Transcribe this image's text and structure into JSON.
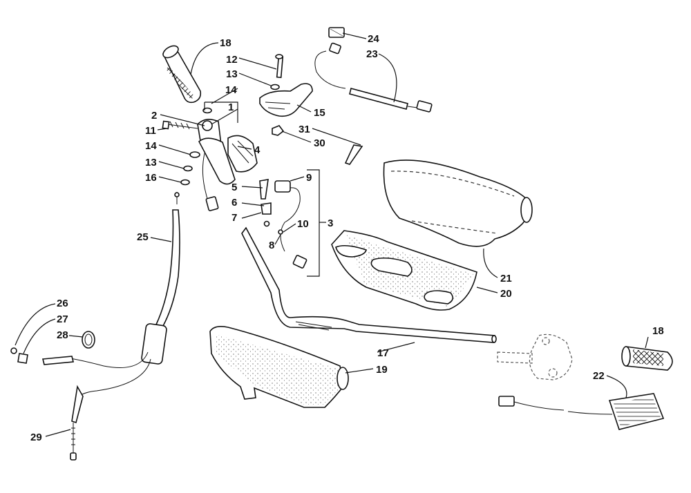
{
  "diagram": {
    "callouts": [
      {
        "id": "c18a",
        "text": "18"
      },
      {
        "id": "c12",
        "text": "12"
      },
      {
        "id": "c13a",
        "text": "13"
      },
      {
        "id": "c14a",
        "text": "14"
      },
      {
        "id": "c1",
        "text": "1"
      },
      {
        "id": "c2",
        "text": "2"
      },
      {
        "id": "c11",
        "text": "11"
      },
      {
        "id": "c14b",
        "text": "14"
      },
      {
        "id": "c13b",
        "text": "13"
      },
      {
        "id": "c16",
        "text": "16"
      },
      {
        "id": "c15",
        "text": "15"
      },
      {
        "id": "c30",
        "text": "30"
      },
      {
        "id": "c31",
        "text": "31"
      },
      {
        "id": "c4",
        "text": "4"
      },
      {
        "id": "c9",
        "text": "9"
      },
      {
        "id": "c5",
        "text": "5"
      },
      {
        "id": "c6",
        "text": "6"
      },
      {
        "id": "c7",
        "text": "7"
      },
      {
        "id": "c10",
        "text": "10"
      },
      {
        "id": "c3",
        "text": "3"
      },
      {
        "id": "c8",
        "text": "8"
      },
      {
        "id": "c24",
        "text": "24"
      },
      {
        "id": "c23",
        "text": "23"
      },
      {
        "id": "c21",
        "text": "21"
      },
      {
        "id": "c20",
        "text": "20"
      },
      {
        "id": "c25",
        "text": "25"
      },
      {
        "id": "c26",
        "text": "26"
      },
      {
        "id": "c27",
        "text": "27"
      },
      {
        "id": "c28",
        "text": "28"
      },
      {
        "id": "c29",
        "text": "29"
      },
      {
        "id": "c17",
        "text": "17"
      },
      {
        "id": "c19",
        "text": "19"
      },
      {
        "id": "c18b",
        "text": "18"
      },
      {
        "id": "c22",
        "text": "22"
      }
    ]
  }
}
